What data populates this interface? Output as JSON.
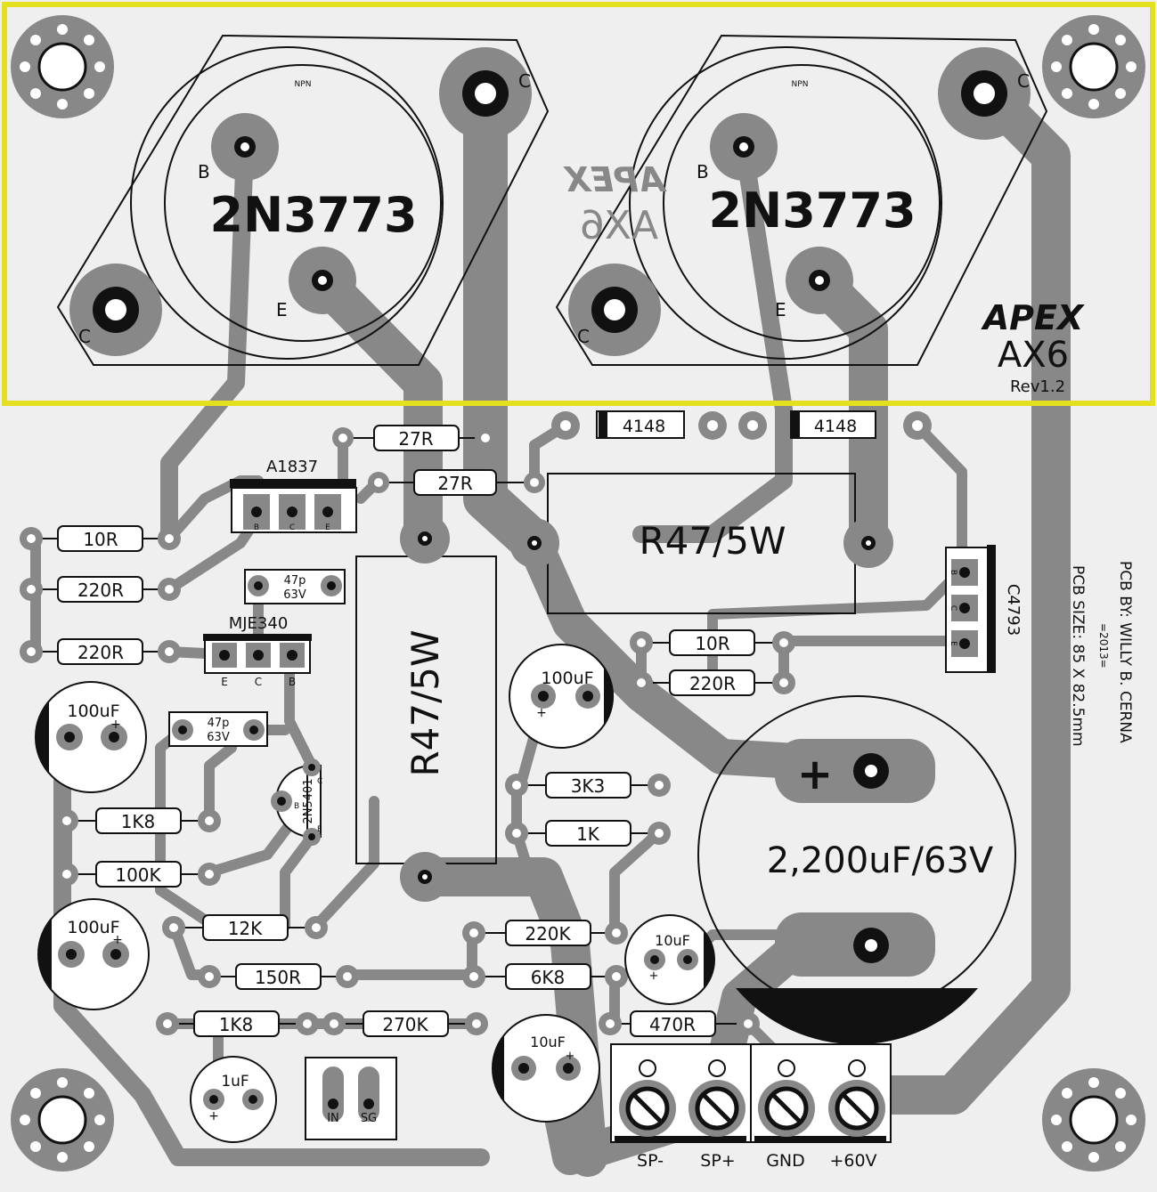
{
  "colors": {
    "board": "#efefef",
    "trace": "#888888",
    "outline": "#111111",
    "highlight": "#e5e01f"
  },
  "transistors": {
    "left": {
      "name": "2N3773",
      "type": "NPN",
      "b": "B",
      "e": "E",
      "c1": "C",
      "c2": "C"
    },
    "right": {
      "name": "2N3773",
      "type": "NPN",
      "b": "B",
      "e": "E",
      "c1": "C",
      "c2": "C"
    }
  },
  "brand": {
    "mirror_top": "APEX",
    "mirror_bottom": "AX6",
    "logo": "APEX",
    "model": "AX6",
    "rev": "Rev1.2"
  },
  "credits": {
    "line1": "PCB BY: WILLY B. CERNA",
    "line2": "=2013=",
    "line3": "PCB SIZE: 85 X 82.5mm"
  },
  "components": {
    "a1837": {
      "label": "A1837",
      "pins": [
        "B",
        "C",
        "E"
      ]
    },
    "mje340": {
      "label": "MJE340",
      "pins": [
        "E",
        "C",
        "B"
      ]
    },
    "c4793": {
      "label": "C4793",
      "pins": [
        "B",
        "C",
        "E"
      ]
    },
    "n5401": {
      "label": "2N5401",
      "b": "B",
      "c": "C",
      "e": "E"
    },
    "r_27r_a": "27R",
    "r_27r_b": "27R",
    "d1": "4148",
    "d2": "4148",
    "r47_h": "R47/5W",
    "r47_v": "R47/5W",
    "r_10r_l": "10R",
    "r_220r_l1": "220R",
    "r_220r_l2": "220R",
    "c_47p_1": [
      "47p",
      "63V"
    ],
    "c_47p_2": [
      "47p",
      "63V"
    ],
    "cap_100u_l": "100uF",
    "cap_100u_m": "100uF",
    "cap_100u_l2": "100uF",
    "r_1k8_1": "1K8",
    "r_100k": "100K",
    "r_12k": "12K",
    "r_150r": "150R",
    "r_1k8_2": "1K8",
    "r_270k": "270K",
    "cap_1u": "1uF",
    "r_10r_r": "10R",
    "r_220r_r": "220R",
    "r_3k3": "3K3",
    "r_1k": "1K",
    "cap_big": "2,200uF/63V",
    "big_plus": "+",
    "r_220k": "220K",
    "r_6k8": "6K8",
    "cap_10u_1": "10uF",
    "cap_10u_2": "10uF",
    "r_470r": "470R",
    "plus": "+"
  },
  "connectors": {
    "input": [
      "IN",
      "SG"
    ],
    "output": [
      "SP-",
      "SP+",
      "GND",
      "+60V"
    ]
  }
}
